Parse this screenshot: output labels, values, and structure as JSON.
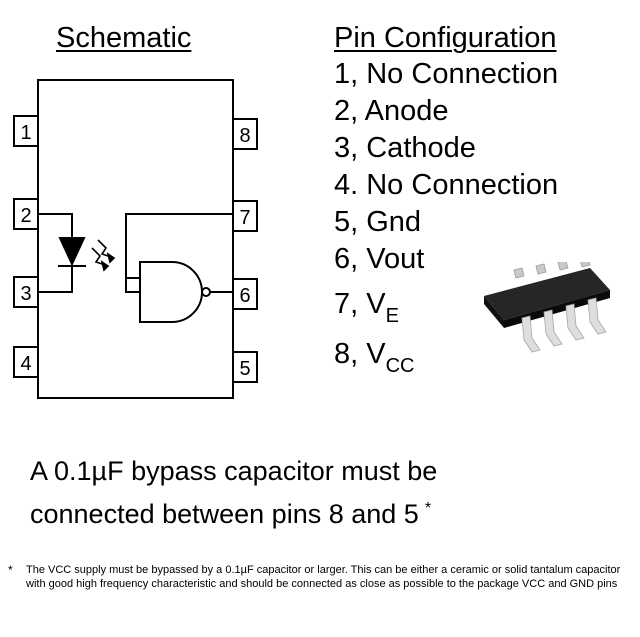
{
  "schematic": {
    "title": "Schematic",
    "pins": {
      "p1": "1",
      "p2": "2",
      "p3": "3",
      "p4": "4",
      "p5": "5",
      "p6": "6",
      "p7": "7",
      "p8": "8"
    }
  },
  "pin_configuration": {
    "title": "Pin Configuration",
    "items": [
      "1, No Connection",
      "2, Anode",
      "3, Cathode",
      "4. No Connection",
      "5, Gnd",
      "6, Vout"
    ],
    "item7": {
      "prefix": "7, V",
      "sub": "E"
    },
    "item8": {
      "prefix": "8, V",
      "sub": "CC"
    }
  },
  "note": {
    "line1": "A 0.1µF bypass capacitor must be",
    "line2": "connected between pins 8 and 5",
    "asterisk": "*"
  },
  "footnote": {
    "marker": "*",
    "text": "The VCC supply must be bypassed by a 0.1µF capacitor or larger. This can be either a ceramic or solid tantalum capacitor with good high frequency characteristic and should be connected as close as possible to the package VCC and GND pins"
  },
  "colors": {
    "ink": "#000000",
    "chip_body": "#1c1c1c",
    "chip_leads": "#d8d8d8"
  }
}
